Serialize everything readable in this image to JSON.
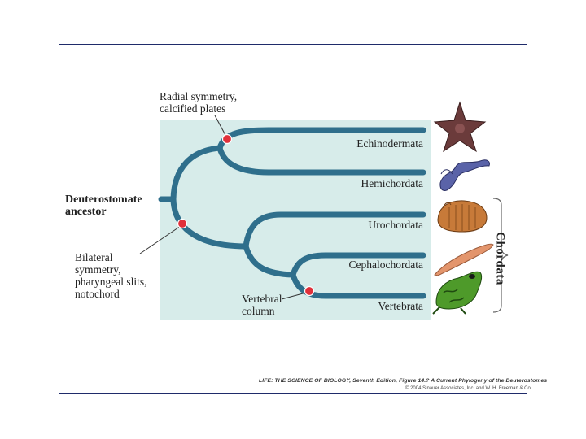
{
  "diagram": {
    "characters": {
      "radial": [
        "Radial symmetry,",
        "calcified plates"
      ],
      "bilateral": [
        "Bilateral",
        "symmetry,",
        "pharyngeal slits,",
        "notochord"
      ],
      "vertebral": [
        "Vertebral",
        "column"
      ]
    },
    "root_label": [
      "Deuterostomate",
      "ancestor"
    ],
    "taxa": [
      "Echinodermata",
      "Hemichordata",
      "Urochordata",
      "Cephalochordata",
      "Vertebrata"
    ],
    "group_label": "Chordata",
    "organism_icons": [
      "sea-star-icon",
      "acorn-worm-icon",
      "sea-squirt-icon",
      "lancelet-icon",
      "frog-icon"
    ],
    "colors": {
      "background_panel": "#d7ecea",
      "branch": "#2f6f8c",
      "node_marker": "#e0303a",
      "frame_border": "#1f2b6a"
    }
  },
  "footer": {
    "citation": "LIFE: THE SCIENCE OF BIOLOGY, Seventh Edition, Figure 14.? A Current Phylogeny of the Deuterostomes",
    "copyright": "© 2004 Sinauer Associates, Inc. and W. H. Freeman & Co."
  }
}
